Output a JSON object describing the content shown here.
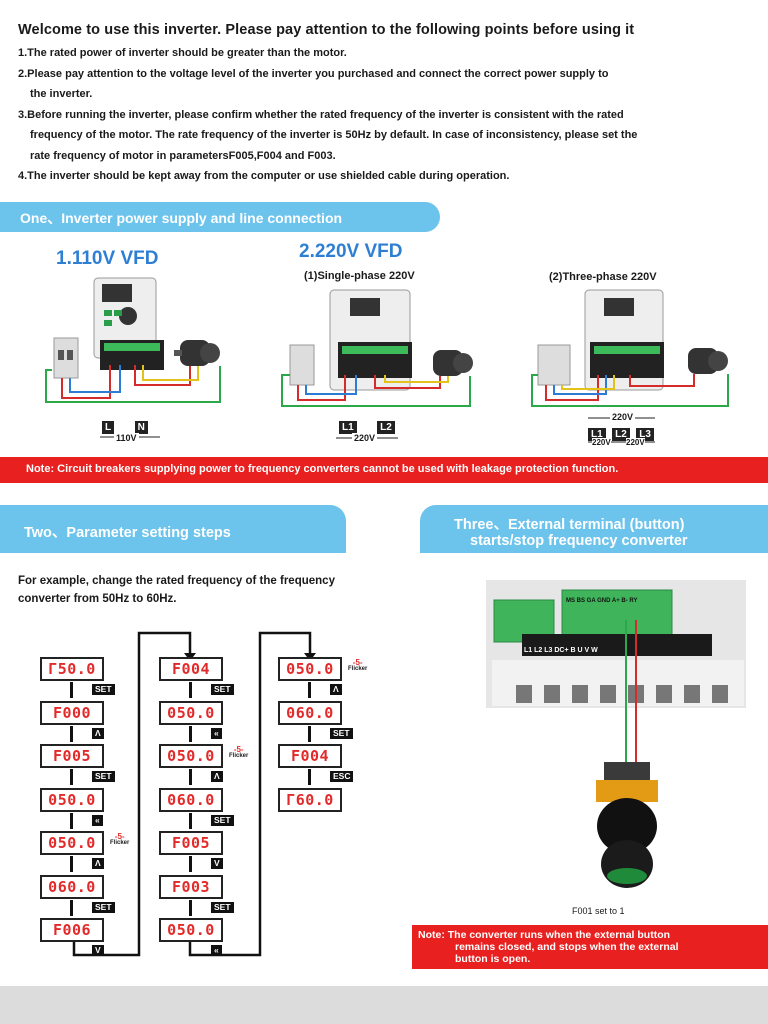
{
  "title": "Welcome to use this inverter. Please pay attention to the following points before using it",
  "intro": {
    "l1": "1.The rated power of inverter should be greater than the motor.",
    "l2a": "2.Please pay attention to the voltage level of the inverter you purchased and connect the correct power supply to",
    "l2b": "the inverter.",
    "l3a": "3.Before running the inverter, please confirm whether the rated frequency of the inverter is consistent with the rated",
    "l3b": "frequency of the motor. The rate frequency of the inverter is 50Hz by default. In case of inconsistency, please set the",
    "l3c": "rate frequency of motor in parametersF005,F004 and F003.",
    "l4": "4.The inverter should be kept away from the computer or use shielded cable during operation."
  },
  "section1": {
    "heading": "One、Inverter power supply and line connection",
    "vfd110": "1.110V VFD",
    "vfd220": "2.220V VFD",
    "single": "(1)Single-phase 220V",
    "three": "(2)Three-phase 220V",
    "t_L": "L",
    "t_N": "N",
    "v110": "110V",
    "t_L1": "L1",
    "t_L2": "L2",
    "v220a": "220V",
    "t3_L1": "L1",
    "t3_L2": "L2",
    "t3_L3": "L3",
    "v220top": "220V",
    "v220b": "220V",
    "v220c": "220V"
  },
  "note1": "Note: Circuit breakers supplying power to frequency converters cannot be used with leakage protection function.",
  "section2": {
    "heading": "Two、Parameter setting steps",
    "example1": "For example, change the rated frequency of the frequency",
    "example2": "converter from 50Hz to 60Hz.",
    "col1": [
      "Γ50.0",
      "F000",
      "F005",
      "050.0",
      "050.0",
      "060.0",
      "F006"
    ],
    "col1keys": [
      "SET",
      "Λ",
      "SET",
      "«",
      "Λ",
      "SET",
      "V"
    ],
    "col2": [
      "F004",
      "050.0",
      "050.0",
      "060.0",
      "F005",
      "F003",
      "050.0"
    ],
    "col2keys": [
      "SET",
      "«",
      "Λ",
      "SET",
      "V",
      "SET",
      "«"
    ],
    "col3": [
      "050.0",
      "060.0",
      "F004",
      "Γ60.0"
    ],
    "col3keys": [
      "Λ",
      "SET",
      "ESC"
    ],
    "flicker_num": "-5-",
    "flicker_word": "Flicker"
  },
  "section3": {
    "heading1": "Three、External terminal (button)",
    "heading2": "starts/stop frequency converter",
    "f001": "F001 set to 1",
    "labels_top": "MS BS GA GND A+ B- RY",
    "labels_bottom": "L1 L2 L3 DC+ B U V W"
  },
  "note3": {
    "l1": "Note: The converter runs when the external button",
    "l2": "remains closed, and stops when the external",
    "l3": "button is open."
  },
  "colors": {
    "band": "#6cc3ec",
    "red": "#e8201f",
    "blue": "#2e7fd4",
    "display": "#e32a2a"
  }
}
